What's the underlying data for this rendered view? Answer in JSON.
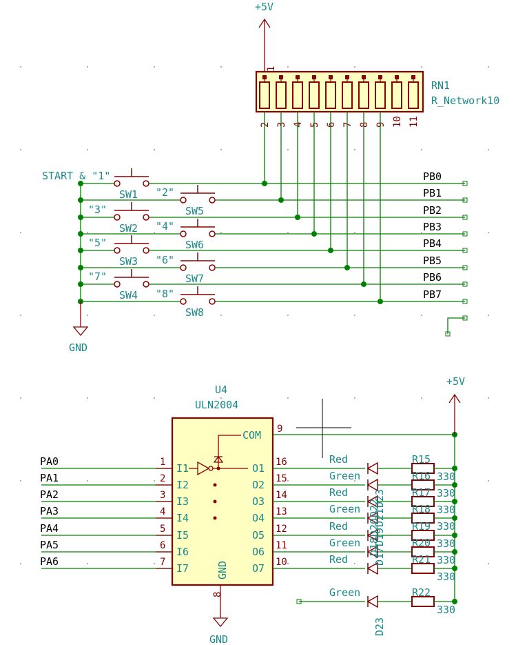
{
  "power": {
    "vcc_top": "+5V",
    "vcc_bottom": "+5V",
    "gnd_top": "GND",
    "gnd_bottom": "GND"
  },
  "rn": {
    "ref": "RN1",
    "value": "R_Network10",
    "pins": [
      "1",
      "2",
      "3",
      "4",
      "5",
      "6",
      "7",
      "8",
      "9",
      "10",
      "11"
    ]
  },
  "buses": {
    "pb": [
      "PB0",
      "PB1",
      "PB2",
      "PB3",
      "PB4",
      "PB5",
      "PB6",
      "PB7"
    ],
    "pa": [
      "PA0",
      "PA1",
      "PA2",
      "PA3",
      "PA4",
      "PA5",
      "PA6"
    ]
  },
  "switches": [
    {
      "ref": "SW1",
      "label": "START & \"1\""
    },
    {
      "ref": "SW2",
      "label": "\"3\""
    },
    {
      "ref": "SW3",
      "label": "\"5\""
    },
    {
      "ref": "SW4",
      "label": "\"7\""
    },
    {
      "ref": "SW5",
      "label": "\"2\""
    },
    {
      "ref": "SW6",
      "label": "\"4\""
    },
    {
      "ref": "SW7",
      "label": "\"6\""
    },
    {
      "ref": "SW8",
      "label": "\"8\""
    }
  ],
  "u4": {
    "ref": "U4",
    "value": "ULN2004",
    "com": "COM",
    "gnd": "GND",
    "com_pin": "9",
    "gnd_pin": "8",
    "inputs": [
      {
        "n": "1",
        "p": "I1"
      },
      {
        "n": "2",
        "p": "I2"
      },
      {
        "n": "3",
        "p": "I3"
      },
      {
        "n": "4",
        "p": "I4"
      },
      {
        "n": "5",
        "p": "I5"
      },
      {
        "n": "6",
        "p": "I6"
      },
      {
        "n": "7",
        "p": "I7"
      }
    ],
    "outputs": [
      {
        "n": "16",
        "p": "O1"
      },
      {
        "n": "15",
        "p": "O2"
      },
      {
        "n": "14",
        "p": "O3"
      },
      {
        "n": "13",
        "p": "O4"
      },
      {
        "n": "12",
        "p": "O5"
      },
      {
        "n": "11",
        "p": "O6"
      },
      {
        "n": "10",
        "p": "O7"
      }
    ]
  },
  "leds": [
    {
      "ref": "D17",
      "color": "Red",
      "r": "R15",
      "rv": "330"
    },
    {
      "ref": "D18",
      "color": "Green",
      "r": "R16",
      "rv": "330"
    },
    {
      "ref": "D19",
      "color": "Red",
      "r": "R17",
      "rv": "330"
    },
    {
      "ref": "D20",
      "color": "Green",
      "r": "R18",
      "rv": "330"
    },
    {
      "ref": "D21",
      "color": "Red",
      "r": "R19",
      "rv": "330"
    },
    {
      "ref": "D22",
      "color": "Green",
      "r": "R20",
      "rv": "330"
    },
    {
      "ref": "D23",
      "color": "Red",
      "r": "R21",
      "rv": "330"
    },
    {
      "ref": "D23",
      "color": "Green",
      "r": "R22",
      "rv": "330"
    }
  ],
  "colors": {
    "wire": "#008000",
    "component": "#8b0000",
    "label": "#1a8a8a",
    "body_fill": "#ffffc2"
  }
}
